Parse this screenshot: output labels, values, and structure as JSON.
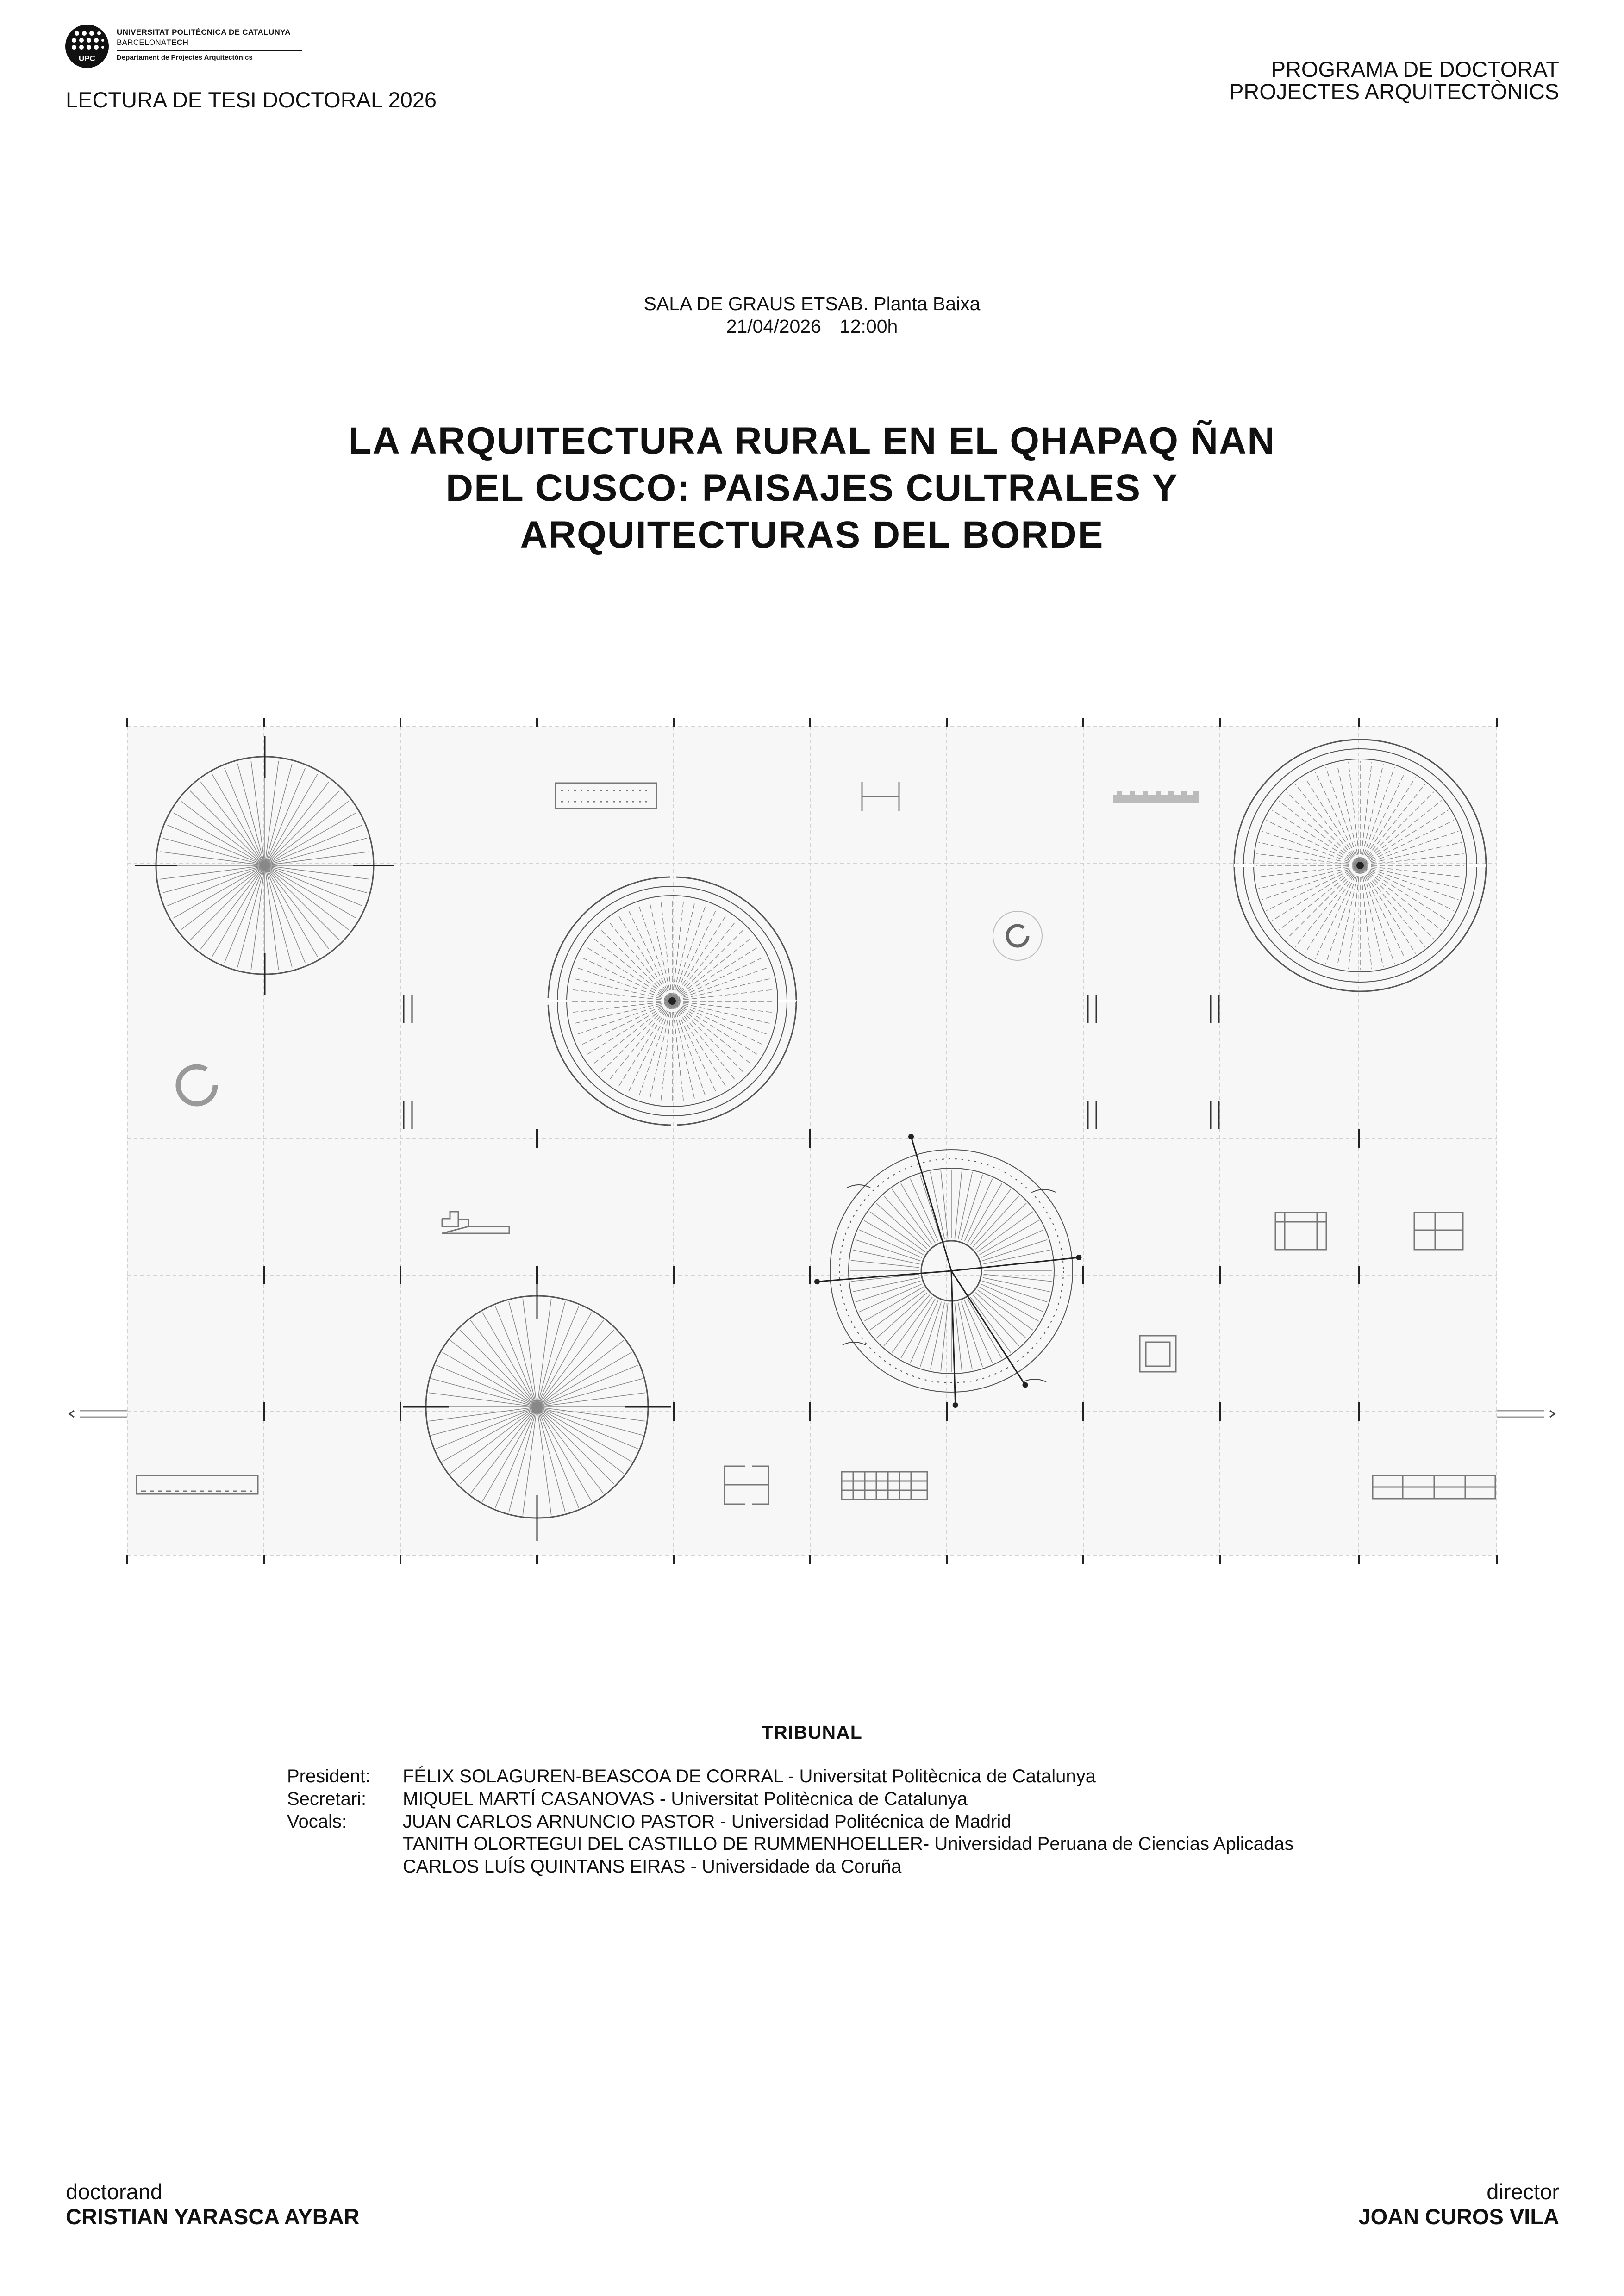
{
  "header": {
    "university": "UNIVERSITAT POLITÈCNICA DE CATALUNYA",
    "city_light": "BARCELONA",
    "city_bold": "TECH",
    "logo_letters": "UPC",
    "department": "Departament de Projectes Arquitectònics",
    "event_label": "LECTURA DE TESI DOCTORAL 2026",
    "program_line1": "PROGRAMA DE DOCTORAT",
    "program_line2": "PROJECTES ARQUITECTÒNICS"
  },
  "venue": {
    "place": "SALA DE GRAUS ETSAB. Planta Baixa",
    "date": "21/04/2026",
    "time": "12:00h"
  },
  "title": {
    "line1": "LA ARQUITECTURA RURAL EN EL QHAPAQ ÑAN",
    "line2": "DEL CUSCO: PAISAJES CULTRALES Y",
    "line3": "ARQUITECTURAS DEL BORDE"
  },
  "tribunal": {
    "heading": "TRIBUNAL",
    "members": [
      {
        "role": "President:",
        "name": "FÉLIX SOLAGUREN-BEASCOA DE CORRAL - Universitat Politècnica de Catalunya"
      },
      {
        "role": "Secretari:",
        "name": "MIQUEL MARTÍ CASANOVAS - Universitat Politècnica de Catalunya"
      },
      {
        "role": "Vocals:",
        "name": "JUAN CARLOS ARNUNCIO PASTOR - Universidad Politécnica de Madrid"
      },
      {
        "role": "",
        "name": "TANITH OLORTEGUI DEL CASTILLO DE RUMMENHOELLER- Universidad Peruana de Ciencias Aplicadas"
      },
      {
        "role": "",
        "name": "CARLOS LUÍS QUINTANS EIRAS - Universidade da Coruña"
      }
    ]
  },
  "footer": {
    "doctorand_role": "doctorand",
    "doctorand_name": "CRISTIAN YARASCA AYBAR",
    "director_role": "director",
    "director_name": "JOAN CUROS VILA"
  },
  "colors": {
    "text": "#111111",
    "panel": "#f7f7f7",
    "grid": "#d0d0d0",
    "line": "#555555"
  }
}
